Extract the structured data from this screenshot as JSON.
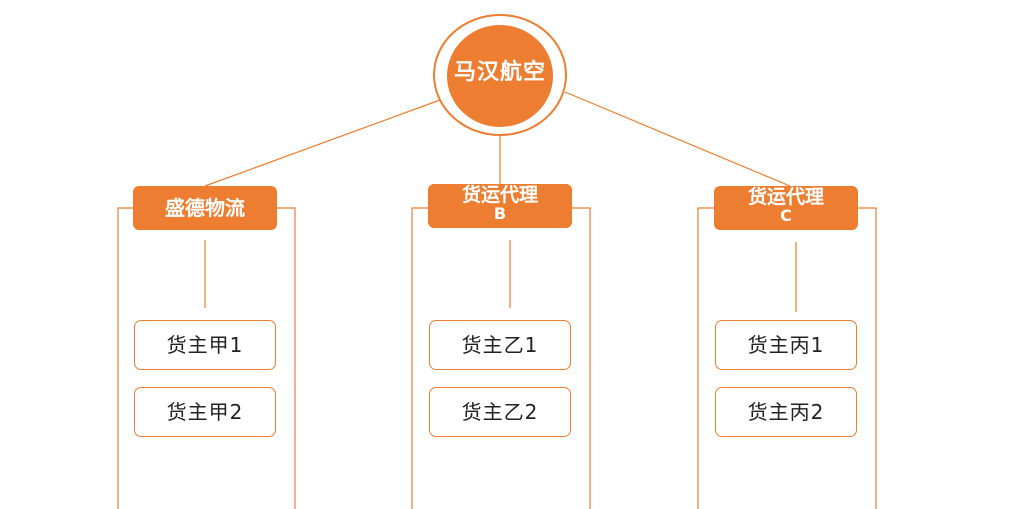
{
  "colors": {
    "accent": "#ed7d31",
    "text_dark": "#222222",
    "background": "#ffffff"
  },
  "root": {
    "label": "马汉航空"
  },
  "branches": [
    {
      "label_line1": "盛德物流",
      "label_line2": "",
      "leaves": [
        "货主甲1",
        "货主甲2"
      ]
    },
    {
      "label_line1": "货运代理",
      "label_line2": "B",
      "leaves": [
        "货主乙1",
        "货主乙2"
      ]
    },
    {
      "label_line1": "货运代理",
      "label_line2": "C",
      "leaves": [
        "货主丙1",
        "货主丙2"
      ]
    }
  ]
}
